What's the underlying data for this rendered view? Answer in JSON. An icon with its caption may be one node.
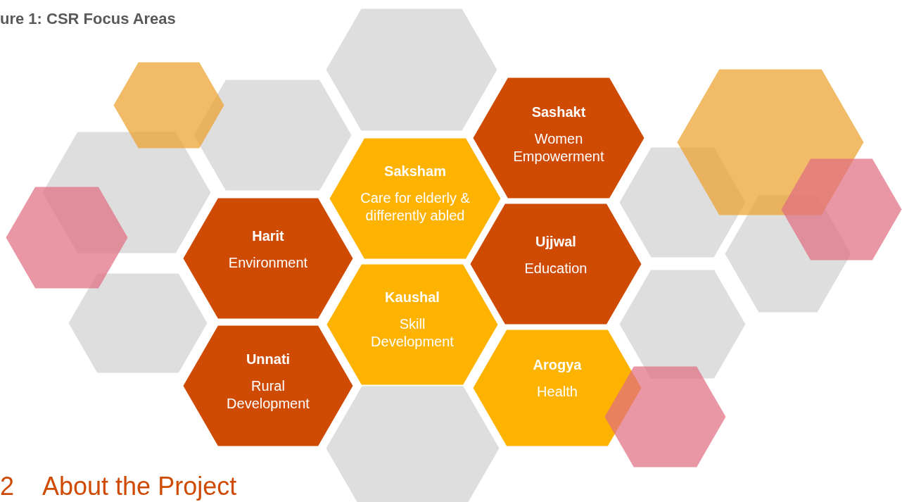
{
  "diagram": {
    "title": "ure 1: CSR Focus Areas",
    "nodes": [
      {
        "text": [
          "Sashakt",
          "Women Empowerment"
        ]
      },
      {
        "text": [
          "Saksham",
          "Care for elderly & differently abled"
        ]
      },
      {
        "text": [
          "Harit",
          "Environment"
        ]
      },
      {
        "text": [
          "Ujjwal",
          "Education"
        ]
      },
      {
        "text": [
          "Kaushal",
          "Skill Development"
        ]
      },
      {
        "text": [
          "Arogya",
          "Health"
        ]
      },
      {
        "text": [
          "Unnati",
          "Rural Development"
        ]
      },
      {
        "text": [],
        "shape": "hexagon"
      },
      {
        "text": [],
        "shape": "hexagon"
      },
      {
        "text": [],
        "shape": "hexagon"
      },
      {
        "text": [],
        "shape": "hexagon"
      },
      {
        "text": [],
        "shape": "hexagon"
      },
      {
        "text": [],
        "shape": "hexagon"
      },
      {
        "text": [],
        "shape": "hexagon"
      },
      {
        "text": [],
        "shape": "hexagon"
      },
      {
        "text": [],
        "shape": "hexagon"
      },
      {
        "text": [],
        "shape": "hexagon"
      },
      {
        "text": [],
        "shape": "hexagon"
      },
      {
        "text": [],
        "shape": "hexagon"
      },
      {
        "text": [],
        "shape": "hexagon"
      }
    ],
    "labels": [
      "2",
      "About the Project"
    ]
  }
}
